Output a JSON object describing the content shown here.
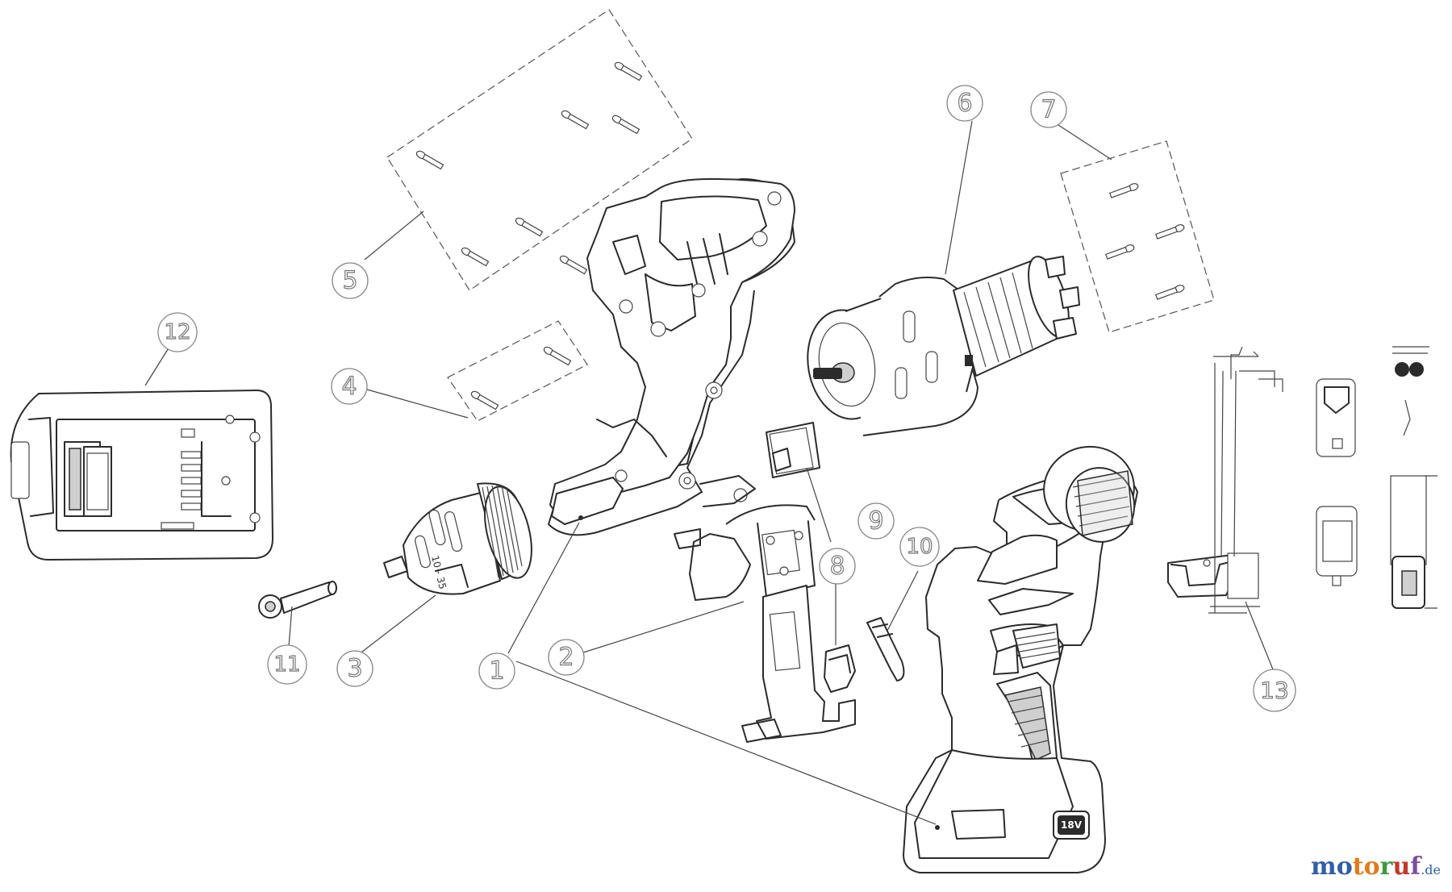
{
  "callouts": {
    "c1": "1",
    "c2": "2",
    "c3": "3",
    "c4": "4",
    "c5": "5",
    "c6": "6",
    "c7": "7",
    "c8": "8",
    "c9": "9",
    "c10": "10",
    "c11": "11",
    "c12": "12",
    "c13": "13"
  },
  "battery_mark": "18V",
  "logo": {
    "part1": "mo",
    "part2": "to",
    "part3": "r",
    "part4": "u",
    "part5": "f",
    "tld": ".de"
  }
}
